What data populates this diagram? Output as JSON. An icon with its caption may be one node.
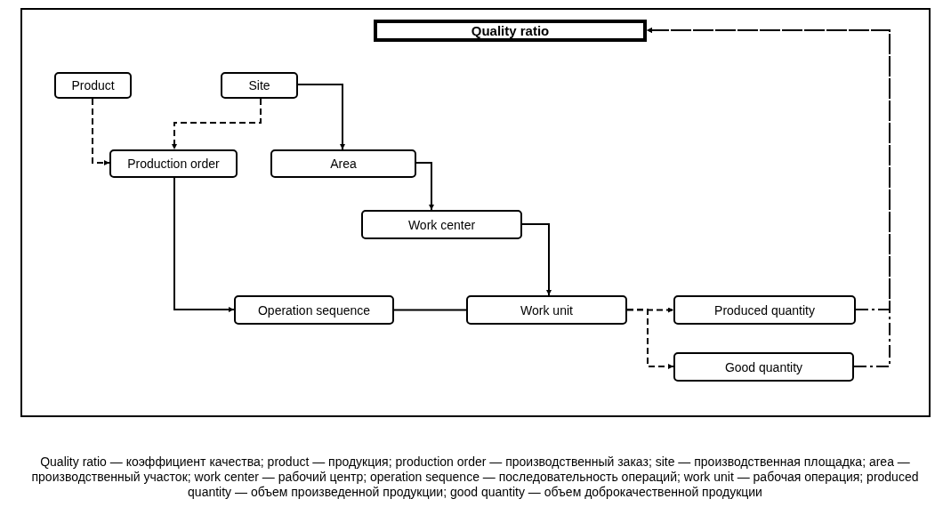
{
  "diagram": {
    "caption": "Quality ratio — коэффициент качества; product — продукция; production order — производственный заказ; site — производственная площадка; area — производственный участок; work center — рабочий центр; operation sequence — последовательность операций; work unit — рабочая операция; produced quantity — объем произведенной продукции; good quantity — объем доброкачественной продукции",
    "nodes": [
      {
        "text": [
          "Quality ratio"
        ]
      },
      {
        "text": [
          "Product"
        ]
      },
      {
        "text": [
          "Site"
        ]
      },
      {
        "text": [
          "Production order"
        ]
      },
      {
        "text": [
          "Area"
        ]
      },
      {
        "text": [
          "Work center"
        ]
      },
      {
        "text": [
          "Operation sequence"
        ]
      },
      {
        "text": [
          "Work unit"
        ]
      },
      {
        "text": [
          "Produced quantity"
        ]
      },
      {
        "text": [
          "Good quantity"
        ]
      }
    ],
    "edges": [
      {
        "from": 1,
        "to": 3,
        "arrow": "to",
        "style": "dashed"
      },
      {
        "from": 2,
        "to": 3,
        "arrow": "to",
        "style": "dashed"
      },
      {
        "from": 2,
        "to": 4,
        "arrow": "to"
      },
      {
        "from": 4,
        "to": 5,
        "arrow": "to"
      },
      {
        "from": 3,
        "to": 6,
        "arrow": "to"
      },
      {
        "from": 5,
        "to": 7,
        "arrow": "to"
      },
      {
        "from": 6,
        "to": 7,
        "arrow": "none"
      },
      {
        "from": 7,
        "to": 8,
        "arrow": "to",
        "style": "dashed"
      },
      {
        "from": 7,
        "to": 9,
        "arrow": "to",
        "style": "dashed"
      },
      {
        "from": 8,
        "to": 0,
        "arrow": "to",
        "style": "dashed"
      },
      {
        "from": 9,
        "to": 0,
        "arrow": "to",
        "style": "dashed"
      }
    ]
  }
}
